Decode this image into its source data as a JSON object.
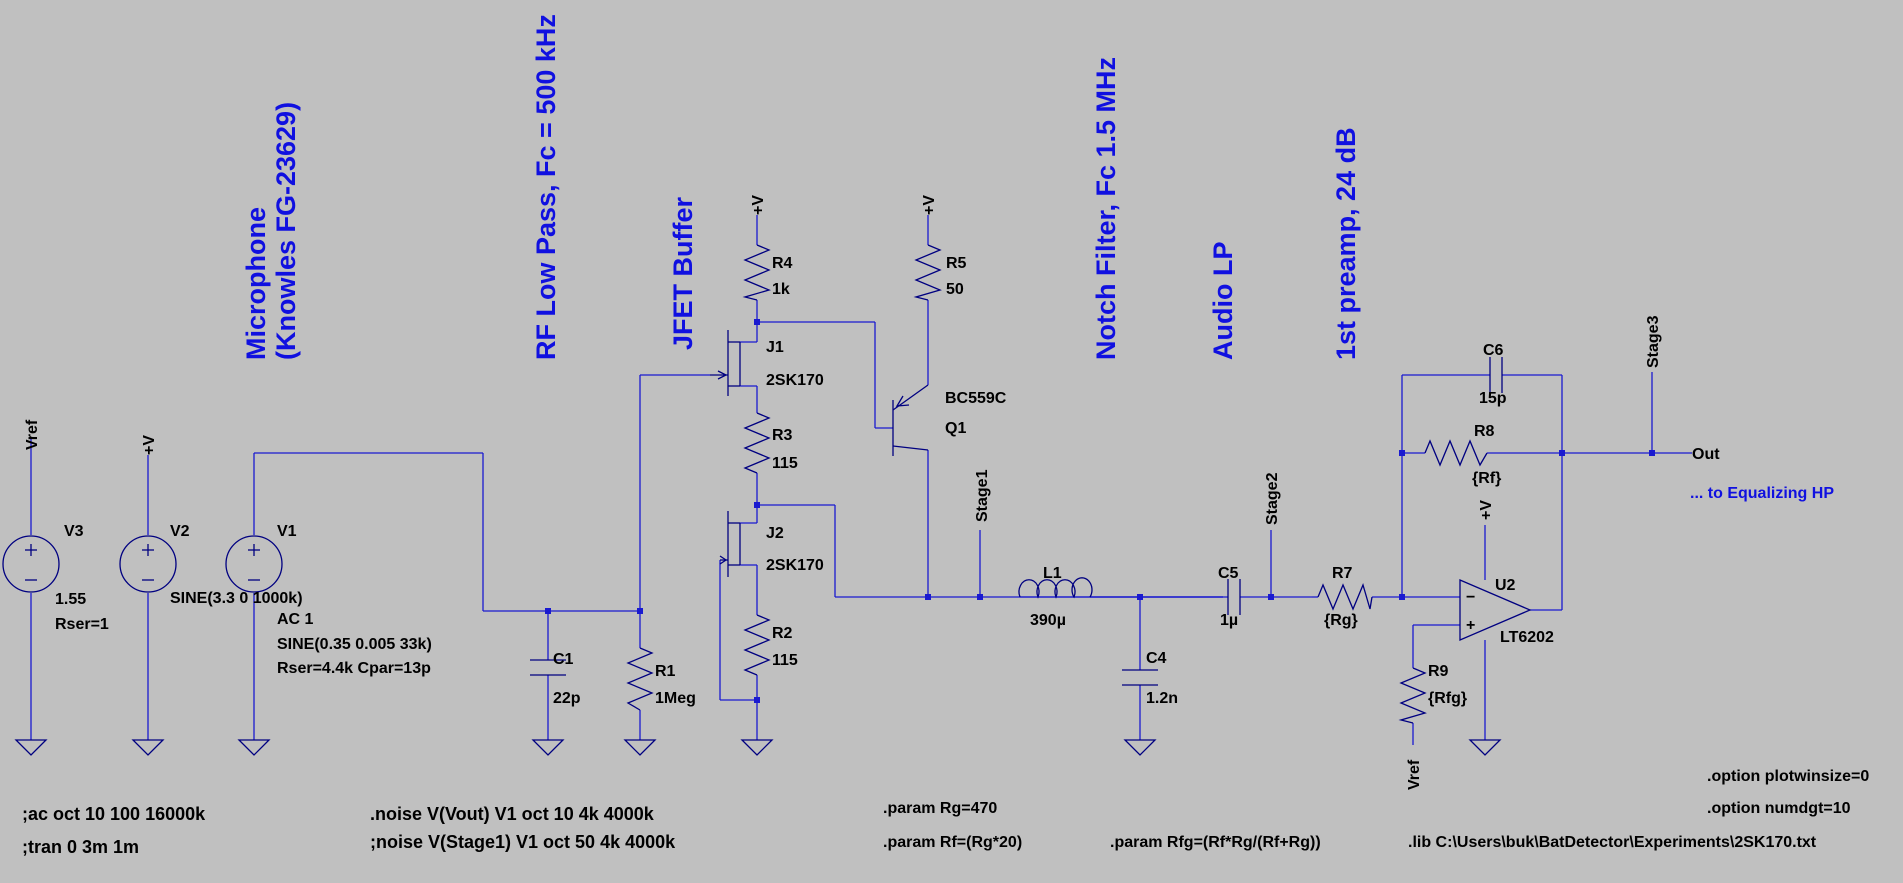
{
  "headings": {
    "microphone_1": "Microphone",
    "microphone_2": "(Knowles FG-23629)",
    "rf_lowpass": "RF Low Pass, Fc = 500 kHz",
    "jfet_buffer": "JFET Buffer",
    "notch_filter": "Notch Filter, Fc 1.5 MHz",
    "audio_lp": "Audio LP",
    "preamp": "1st preamp, 24 dB"
  },
  "nets": {
    "vref_top": "Vref",
    "vplus": "+V",
    "stage1": "Stage1",
    "stage2": "Stage2",
    "stage3": "Stage3",
    "out": "Out",
    "vref_bottom": "Vref"
  },
  "comment": "... to Equalizing HP",
  "components": {
    "V3": {
      "ref": "V3",
      "val1": "1.55",
      "val2": "Rser=1"
    },
    "V2": {
      "ref": "V2"
    },
    "V1": {
      "ref": "V1",
      "val1": "AC 1",
      "val2": "SINE(0.35 0.005 33k)",
      "val3": "Rser=4.4k Cpar=13p"
    },
    "V2_sine": "SINE(3.3 0 1000k)",
    "C1": {
      "ref": "C1",
      "val": "22p"
    },
    "R1": {
      "ref": "R1",
      "val": "1Meg"
    },
    "R4": {
      "ref": "R4",
      "val": "1k"
    },
    "R5": {
      "ref": "R5",
      "val": "50"
    },
    "J1": {
      "ref": "J1",
      "val": "2SK170"
    },
    "Q1": {
      "ref": "Q1",
      "val": "BC559C"
    },
    "R3": {
      "ref": "R3",
      "val": "115"
    },
    "J2": {
      "ref": "J2",
      "val": "2SK170"
    },
    "R2": {
      "ref": "R2",
      "val": "115"
    },
    "L1": {
      "ref": "L1",
      "val": "390µ"
    },
    "C4": {
      "ref": "C4",
      "val": "1.2n"
    },
    "C5": {
      "ref": "C5",
      "val": "1µ"
    },
    "R7": {
      "ref": "R7",
      "val": "{Rg}"
    },
    "C6": {
      "ref": "C6",
      "val": "15p"
    },
    "R8": {
      "ref": "R8",
      "val": "{Rf}"
    },
    "U2": {
      "ref": "U2",
      "val": "LT6202"
    },
    "R9": {
      "ref": "R9",
      "val": "{Rfg}"
    }
  },
  "directives": {
    "ac": ";ac oct 10 100 16000k",
    "tran": ";tran 0 3m 1m",
    "noise1": ".noise V(Vout) V1 oct 10 4k 4000k",
    "noise2": ";noise V(Stage1) V1 oct 50 4k 4000k",
    "param_rg": ".param Rg=470",
    "param_rf": ".param Rf=(Rg*20)",
    "param_rfg": ".param Rfg=(Rf*Rg/(Rf+Rg))",
    "lib": ".lib C:\\Users\\buk\\BatDetector\\Experiments\\2SK170.txt",
    "opt_plot": ".option plotwinsize=0",
    "opt_num": ".option numdgt=10"
  }
}
